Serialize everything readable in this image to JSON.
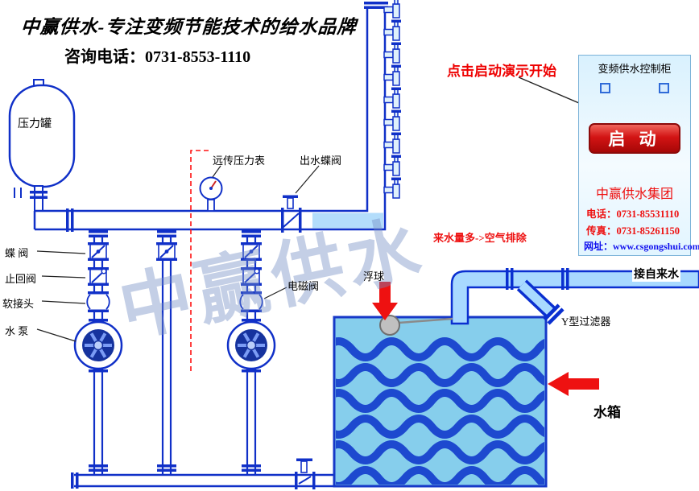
{
  "header": {
    "slogan": "中赢供水-专注变频节能技术的给水品牌",
    "consult_phone": "咨询电话：0731-8553-1110"
  },
  "labels": {
    "pressure_tank": "压力罐",
    "remote_pressure_gauge": "远传压力表",
    "outlet_butterfly_valve": "出水蝶阀",
    "butterfly_valve": "蝶 阀",
    "check_valve": "止回阀",
    "soft_joint": "软接头",
    "water_pump": "水 泵",
    "solenoid_valve": "电磁阀",
    "float_ball": "浮球",
    "air_exhaust_note": "来水量多-&gt;空气排除",
    "air_note_plain": "来水量多->空气排除",
    "tap_water_inlet": "接自来水",
    "y_strainer": "Y型过滤器",
    "water_tank": "水箱",
    "watermark": "中赢供水",
    "demo_hint": "点击启动演示开始"
  },
  "cabinet": {
    "title": "变频供水控制柜",
    "start_button": "启 动",
    "company": "中赢供水集团",
    "phone": "电话：0731-85531110",
    "fax": "传真：0731-85261150",
    "website": "网址：www.csgongshui.com"
  },
  "colors": {
    "pipe_blue": "#1030c8",
    "water_light": "#a8d9ff",
    "accent_red": "#ee1111",
    "tank_fill": "#86ceec",
    "wave_blue": "#1d49cf",
    "button_red": "#d31414"
  }
}
